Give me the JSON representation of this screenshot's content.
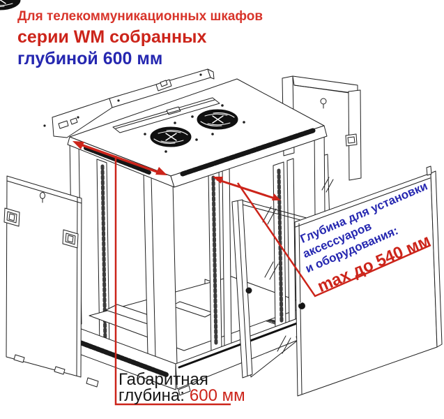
{
  "title_block": {
    "line1": "Для телекоммуникационных шкафов",
    "line2": "серии WM собранных",
    "line3": "глубиной 600 мм"
  },
  "door_note": {
    "line1": "Глубина для установки",
    "line2": "аксессуаров",
    "line3": "и оборудования:",
    "line4": "max до 540 мм"
  },
  "dimension_label": {
    "line1": "Габаритная",
    "line2_prefix": "глубина:",
    "line2_value": "600 мм"
  },
  "colors": {
    "accent_red": "#cc241a",
    "accent_blue": "#2527b0",
    "header_red_light": "#d8342a",
    "line_art": "#1f1f1f",
    "fan_black": "#101010"
  }
}
